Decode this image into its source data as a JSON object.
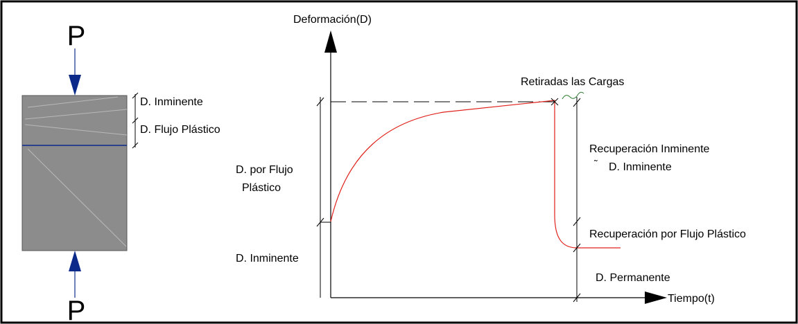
{
  "colors": {
    "frame": "#000000",
    "specimen_fill": "#8c8c8c",
    "arrow": "#0b2a8a",
    "curve": "#e0201a",
    "dim_line": "#000000",
    "tilde": "#2e7d32"
  },
  "specimen": {
    "load_top": "P",
    "load_bottom": "P",
    "d_inminente": "D. Inminente",
    "d_flujo_plastico": "D. Flujo Plástico"
  },
  "graph": {
    "y_axis_label": "Deformación(D)",
    "x_axis_label": "Tiempo(t)",
    "left_upper": [
      "D. por Flujo",
      "Plástico"
    ],
    "left_lower": "D. Inminente",
    "callout": "Retiradas las Cargas",
    "right_upper": [
      "Recuperación Inminente",
      "D. Inminente"
    ],
    "right_upper_prefix": "˜",
    "right_middle": "Recuperación por Flujo Plástico",
    "right_lower": "D. Permanente"
  }
}
